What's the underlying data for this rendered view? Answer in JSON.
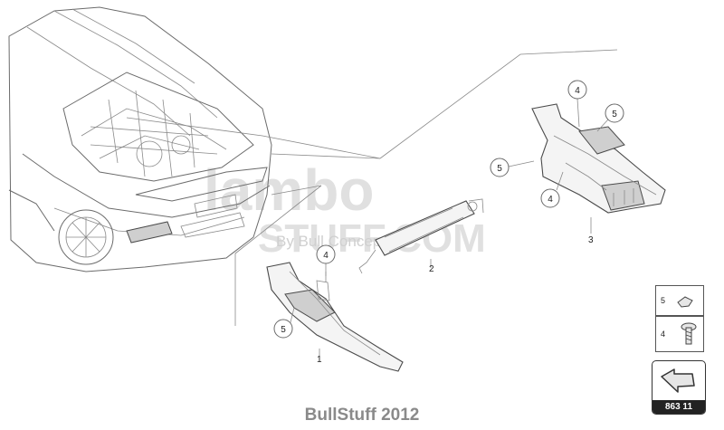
{
  "diagram": {
    "footer_caption": "BullStuff 2012",
    "catalog_number": "863 11",
    "watermark": {
      "line1": "lambo",
      "line2": "STUFF.COM",
      "line3": "By Bull Concepts"
    },
    "callouts": [
      {
        "label": "4"
      },
      {
        "label": "5"
      },
      {
        "label": "5"
      },
      {
        "label": "4"
      },
      {
        "label": "4"
      },
      {
        "label": "5"
      }
    ],
    "part_numbers": [
      {
        "label": "1"
      },
      {
        "label": "2"
      },
      {
        "label": "3"
      }
    ],
    "legend": [
      {
        "label": "5",
        "icon": "clip-icon"
      },
      {
        "label": "4",
        "icon": "screw-icon"
      }
    ],
    "colors": {
      "footer": "#8a8a8a",
      "watermark": "#d9d9d9"
    }
  }
}
